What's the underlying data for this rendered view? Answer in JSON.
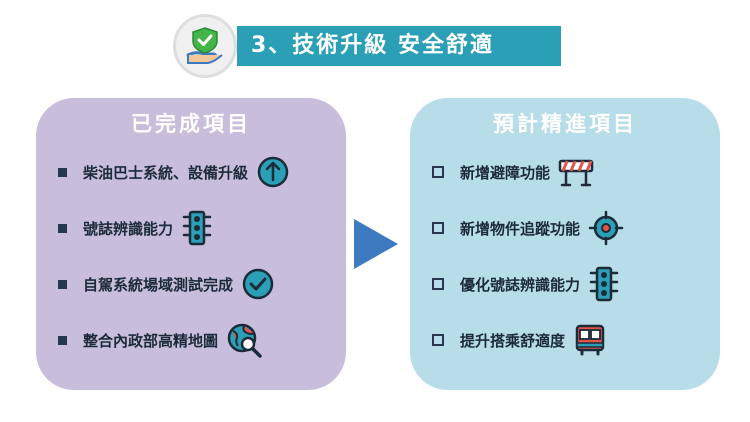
{
  "header": {
    "title": "3、技術升級 安全舒適",
    "icon": "shield-check-hand-icon"
  },
  "colors": {
    "header_bar": "#2a9fb5",
    "left_panel": "#c8bedc",
    "right_panel": "#b7dde8",
    "arrow": "#3d7ac0",
    "icon_cyan": "#2a9fb5",
    "icon_red": "#e2544a",
    "icon_dark": "#1c2b3a"
  },
  "completed": {
    "title": "已完成項目",
    "items": [
      {
        "label": "柴油巴士系統、設備升級",
        "icon": "arrow-up-circle-icon"
      },
      {
        "label": "號誌辨識能力",
        "icon": "traffic-light-icon"
      },
      {
        "label": "自駕系統場域測試完成",
        "icon": "check-circle-icon"
      },
      {
        "label": "整合內政部高精地圖",
        "icon": "globe-search-icon"
      }
    ]
  },
  "planned": {
    "title": "預計精進項目",
    "items": [
      {
        "label": "新增避障功能",
        "icon": "road-barrier-icon"
      },
      {
        "label": "新增物件追蹤功能",
        "icon": "target-crosshair-icon"
      },
      {
        "label": "優化號誌辨識能力",
        "icon": "traffic-light-icon"
      },
      {
        "label": "提升搭乘舒適度",
        "icon": "bus-icon"
      }
    ]
  }
}
